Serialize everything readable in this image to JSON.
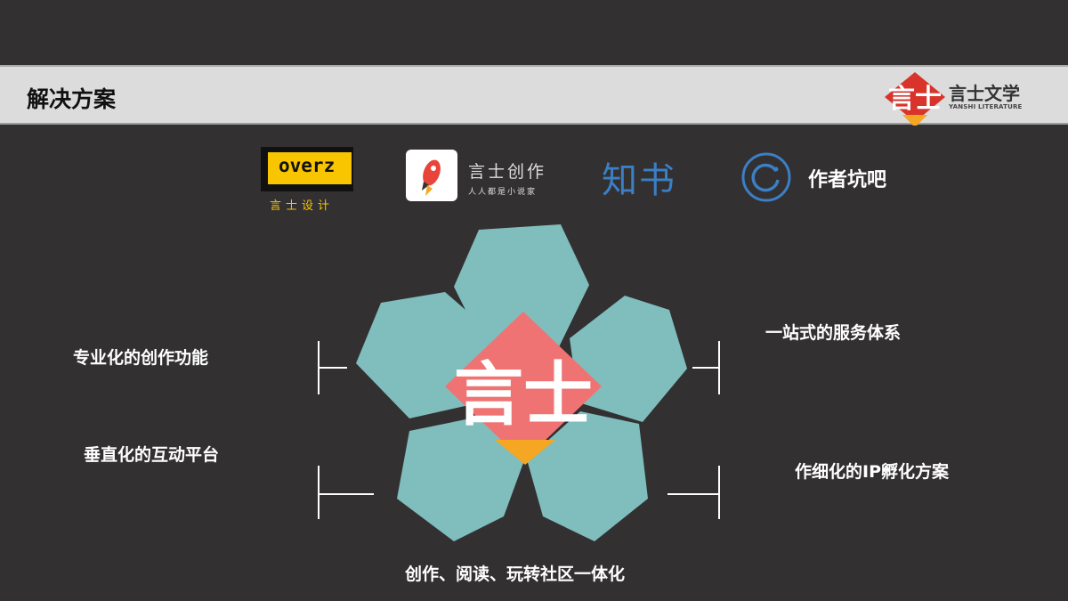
{
  "header": {
    "title": "解决方案",
    "logo_name": "言士文学",
    "logo_sub": "YANSHI LITERATURE"
  },
  "partners": {
    "overz": {
      "name": "overz",
      "sub": "言士设计"
    },
    "chuangzuo": {
      "name": "言士创作",
      "slogan": "人人都是小说家"
    },
    "zhishu": {
      "name": "知书"
    },
    "zuozhe": {
      "name": "作者坑吧"
    }
  },
  "features": {
    "left_top": "专业化的创作功能",
    "left_bottom": "垂直化的互动平台",
    "right_top": "一站式的服务体系",
    "right_bottom": "作细化的IP孵化方案",
    "bottom": "创作、阅读、玩转社区一体化"
  },
  "colors": {
    "background": "#333031",
    "petal": "#80bdbd",
    "brand_red": "#f07373",
    "brand_orange": "#f5a623",
    "zhishu_blue": "#3b7fc4"
  }
}
